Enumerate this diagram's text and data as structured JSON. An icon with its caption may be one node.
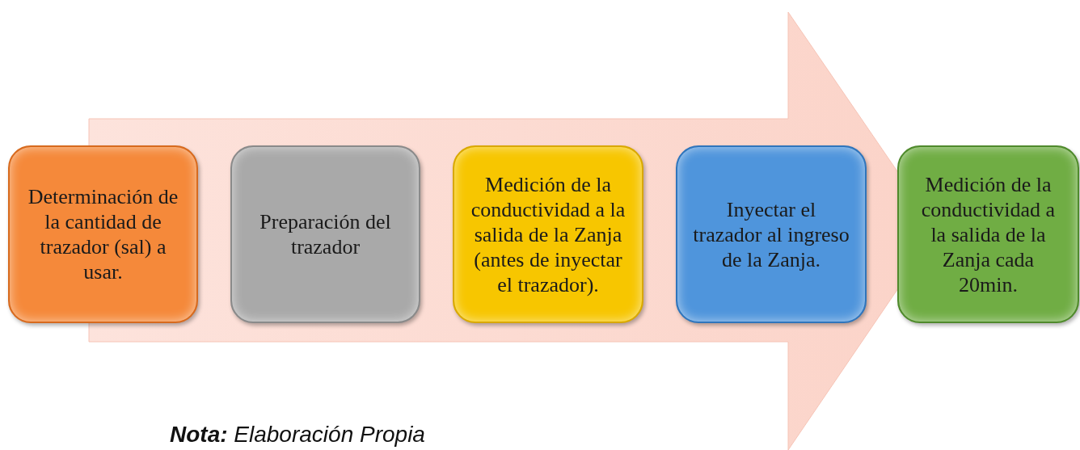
{
  "diagram": {
    "nodes": [
      {
        "text": [
          "Determinación de la cantidad de trazador (sal) a usar."
        ]
      },
      {
        "text": [
          "Preparación del trazador"
        ]
      },
      {
        "text": [
          "Medición de la conductividad a la salida de la Zanja (antes de inyectar el trazador)."
        ]
      },
      {
        "text": [
          "Inyectar el trazador al ingreso de la Zanja."
        ]
      },
      {
        "text": [
          "Medición de la conductividad a la salida de la Zanja cada 20min."
        ]
      }
    ],
    "edges": [
      {
        "from": 0,
        "to": 4,
        "arrow": "to",
        "style": "thick"
      }
    ],
    "labels": [
      "**Nota:** Elaboración Propia"
    ]
  }
}
